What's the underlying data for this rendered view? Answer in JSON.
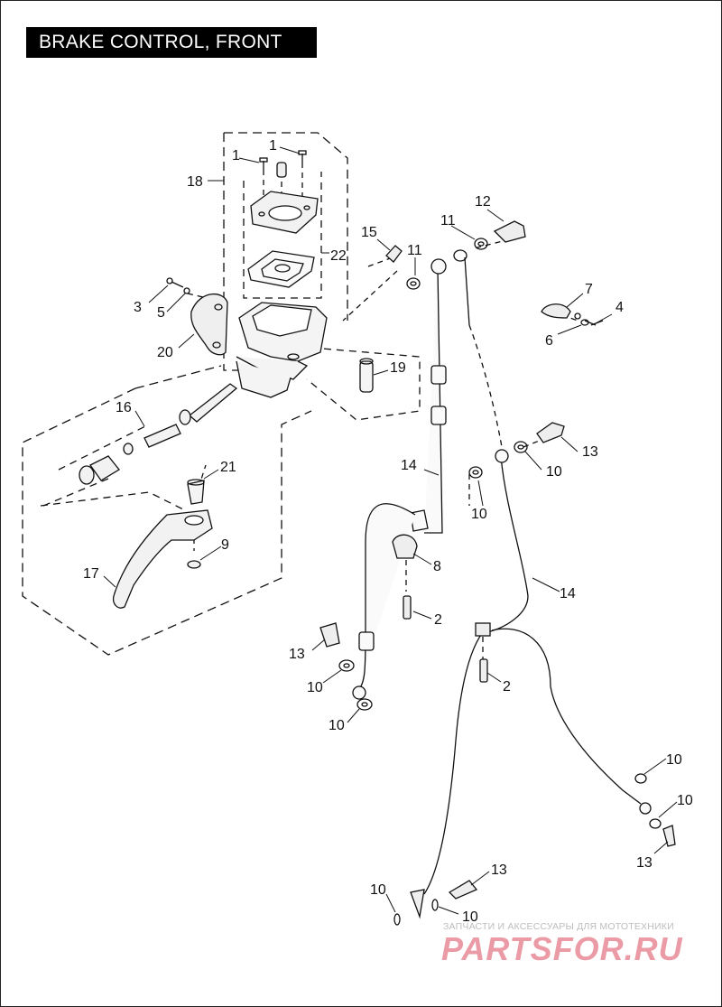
{
  "title": "BRAKE CONTROL, FRONT",
  "callouts": [
    {
      "id": "c1a",
      "text": "1"
    },
    {
      "id": "c1b",
      "text": "1"
    },
    {
      "id": "c18",
      "text": "18"
    },
    {
      "id": "c22",
      "text": "22"
    },
    {
      "id": "c3",
      "text": "3"
    },
    {
      "id": "c5",
      "text": "5"
    },
    {
      "id": "c20",
      "text": "20"
    },
    {
      "id": "c15",
      "text": "15"
    },
    {
      "id": "c11a",
      "text": "11"
    },
    {
      "id": "c11b",
      "text": "11"
    },
    {
      "id": "c12",
      "text": "12"
    },
    {
      "id": "c7",
      "text": "7"
    },
    {
      "id": "c4",
      "text": "4"
    },
    {
      "id": "c6",
      "text": "6"
    },
    {
      "id": "c19",
      "text": "19"
    },
    {
      "id": "c16",
      "text": "16"
    },
    {
      "id": "c13a",
      "text": "13"
    },
    {
      "id": "c10a",
      "text": "10"
    },
    {
      "id": "c10b",
      "text": "10"
    },
    {
      "id": "c14a",
      "text": "14"
    },
    {
      "id": "c21",
      "text": "21"
    },
    {
      "id": "c8",
      "text": "8"
    },
    {
      "id": "c14b",
      "text": "14"
    },
    {
      "id": "c9",
      "text": "9"
    },
    {
      "id": "c17",
      "text": "17"
    },
    {
      "id": "c2a",
      "text": "2"
    },
    {
      "id": "c13b",
      "text": "13"
    },
    {
      "id": "c10c",
      "text": "10"
    },
    {
      "id": "c10d",
      "text": "10"
    },
    {
      "id": "c2b",
      "text": "2"
    },
    {
      "id": "c10e",
      "text": "10"
    },
    {
      "id": "c10f",
      "text": "10"
    },
    {
      "id": "c13c",
      "text": "13"
    },
    {
      "id": "c13d",
      "text": "13"
    },
    {
      "id": "c10g",
      "text": "10"
    },
    {
      "id": "c10h",
      "text": "10"
    }
  ],
  "watermark": {
    "tagline": "ЗАПЧАСТИ И АКСЕССУАРЫ ДЛЯ МОТОТЕХНИКИ",
    "logo": "PARTSFOR.RU"
  }
}
